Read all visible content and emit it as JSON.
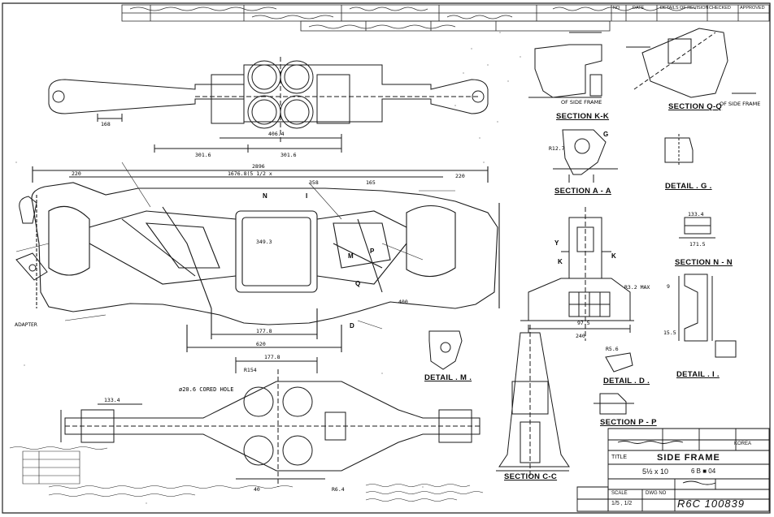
{
  "title_block": {
    "title_label": "TITLE",
    "title": "SIDE FRAME",
    "country": "KOREA",
    "scale_label": "SCALE",
    "scale": "1/5 , 1/2",
    "dwg_no_label": "DWG NO",
    "dwg_no": "R6C 100839",
    "sub1": "5½ x 10",
    "sub2": "6 B ■ 04"
  },
  "revision_header": {
    "no": "NO",
    "date": "DATE",
    "details": "DETAILS OF REVISION",
    "checked": "CHECKED",
    "approved": "APPROVED"
  },
  "sections": {
    "k_k": "SECTION K-K",
    "q_q": "SECTION Q-Q",
    "a_a": "SECTION A - A",
    "n_n": "SECTION N - N",
    "p_p": "SECTION P - P",
    "c_c": "SECTION C-C",
    "detail_g": "DETAIL . G .",
    "detail_m": "DETAIL . M .",
    "detail_d": "DETAIL . D .",
    "detail_i": "DETAIL . I ."
  },
  "labels": {
    "of_side_frame": "OF SIDE FRAME",
    "of_side_frame_2": "OF SIDE FRAME",
    "cored_hole": "ø20.6 CORED HOLE",
    "dim_2896": "2896",
    "dim_1676": "1676.8(5 1/2 x",
    "dim_358": "358",
    "dim_165": "165",
    "dim_220a": "220",
    "dim_220b": "220",
    "dim_620": "620",
    "dim_406": "406.4",
    "dim_301a": "301.6",
    "dim_301b": "301.6",
    "dim_177": "177.8",
    "dim_168": "168",
    "dim_349": "349.3",
    "dim_240": "240",
    "dim_97": "97.5",
    "dim_133": "133.4",
    "dim_r154": "R154",
    "dim_r127": "R12.7",
    "dim_r32": "R3.2 MAX",
    "dim_171": "171.5",
    "dim_40": "40",
    "dim_400": "400",
    "dim_r64": "R6.4",
    "dim_r56": "R5.6",
    "dim_133b": "133.4",
    "dim_9": "9",
    "dim_155": "15.5",
    "letter_n": "N",
    "letter_i": "I",
    "letter_m": "M",
    "letter_p": "P",
    "letter_q": "Q",
    "letter_d": "D",
    "letter_g": "G",
    "letter_k1": "K",
    "letter_k2": "K",
    "letter_y": "Y",
    "note_adapter": "ADAPTER",
    "tb_ref": "6 B ■ 04"
  }
}
